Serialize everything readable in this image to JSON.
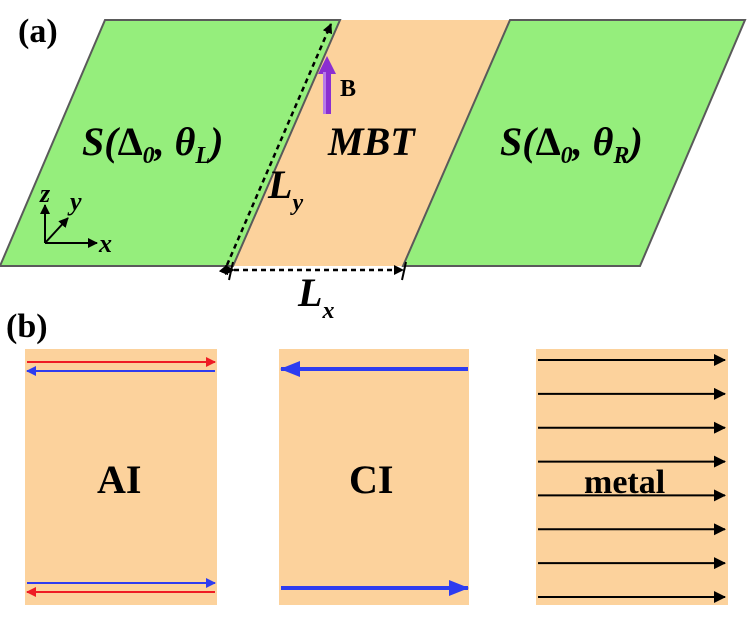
{
  "colors": {
    "superconductor": "#95ee7c",
    "mbt": "#fcd29c",
    "outline": "#5a5a5a",
    "red_edge": "#ee1c24",
    "blue_edge": "#2e3cf0",
    "field_arrow": "#8b2fd1"
  },
  "panel_a": {
    "label": "(a)",
    "left_region": {
      "prefix": "S(",
      "symbol": "Δ",
      "sub0": "0",
      "mid": ", θ",
      "sub": "L",
      "suffix": ")"
    },
    "center_region": {
      "label": "MBT"
    },
    "right_region": {
      "prefix": "S(",
      "symbol": "Δ",
      "sub0": "0",
      "mid": ", θ",
      "sub": "R",
      "suffix": ")"
    },
    "field": {
      "label": "B",
      "icon": "up-arrow-icon"
    },
    "dimensions": {
      "ly": {
        "main": "L",
        "sub": "y"
      },
      "lx": {
        "main": "L",
        "sub": "x"
      }
    },
    "axes": {
      "z": "z",
      "y": "y",
      "x": "x"
    }
  },
  "panel_b": {
    "label": "(b)",
    "phases": [
      {
        "label": "AI",
        "edge_channels": 4
      },
      {
        "label": "CI",
        "edge_channels": 2
      },
      {
        "label": "metal",
        "bulk_channels": 8
      }
    ]
  }
}
